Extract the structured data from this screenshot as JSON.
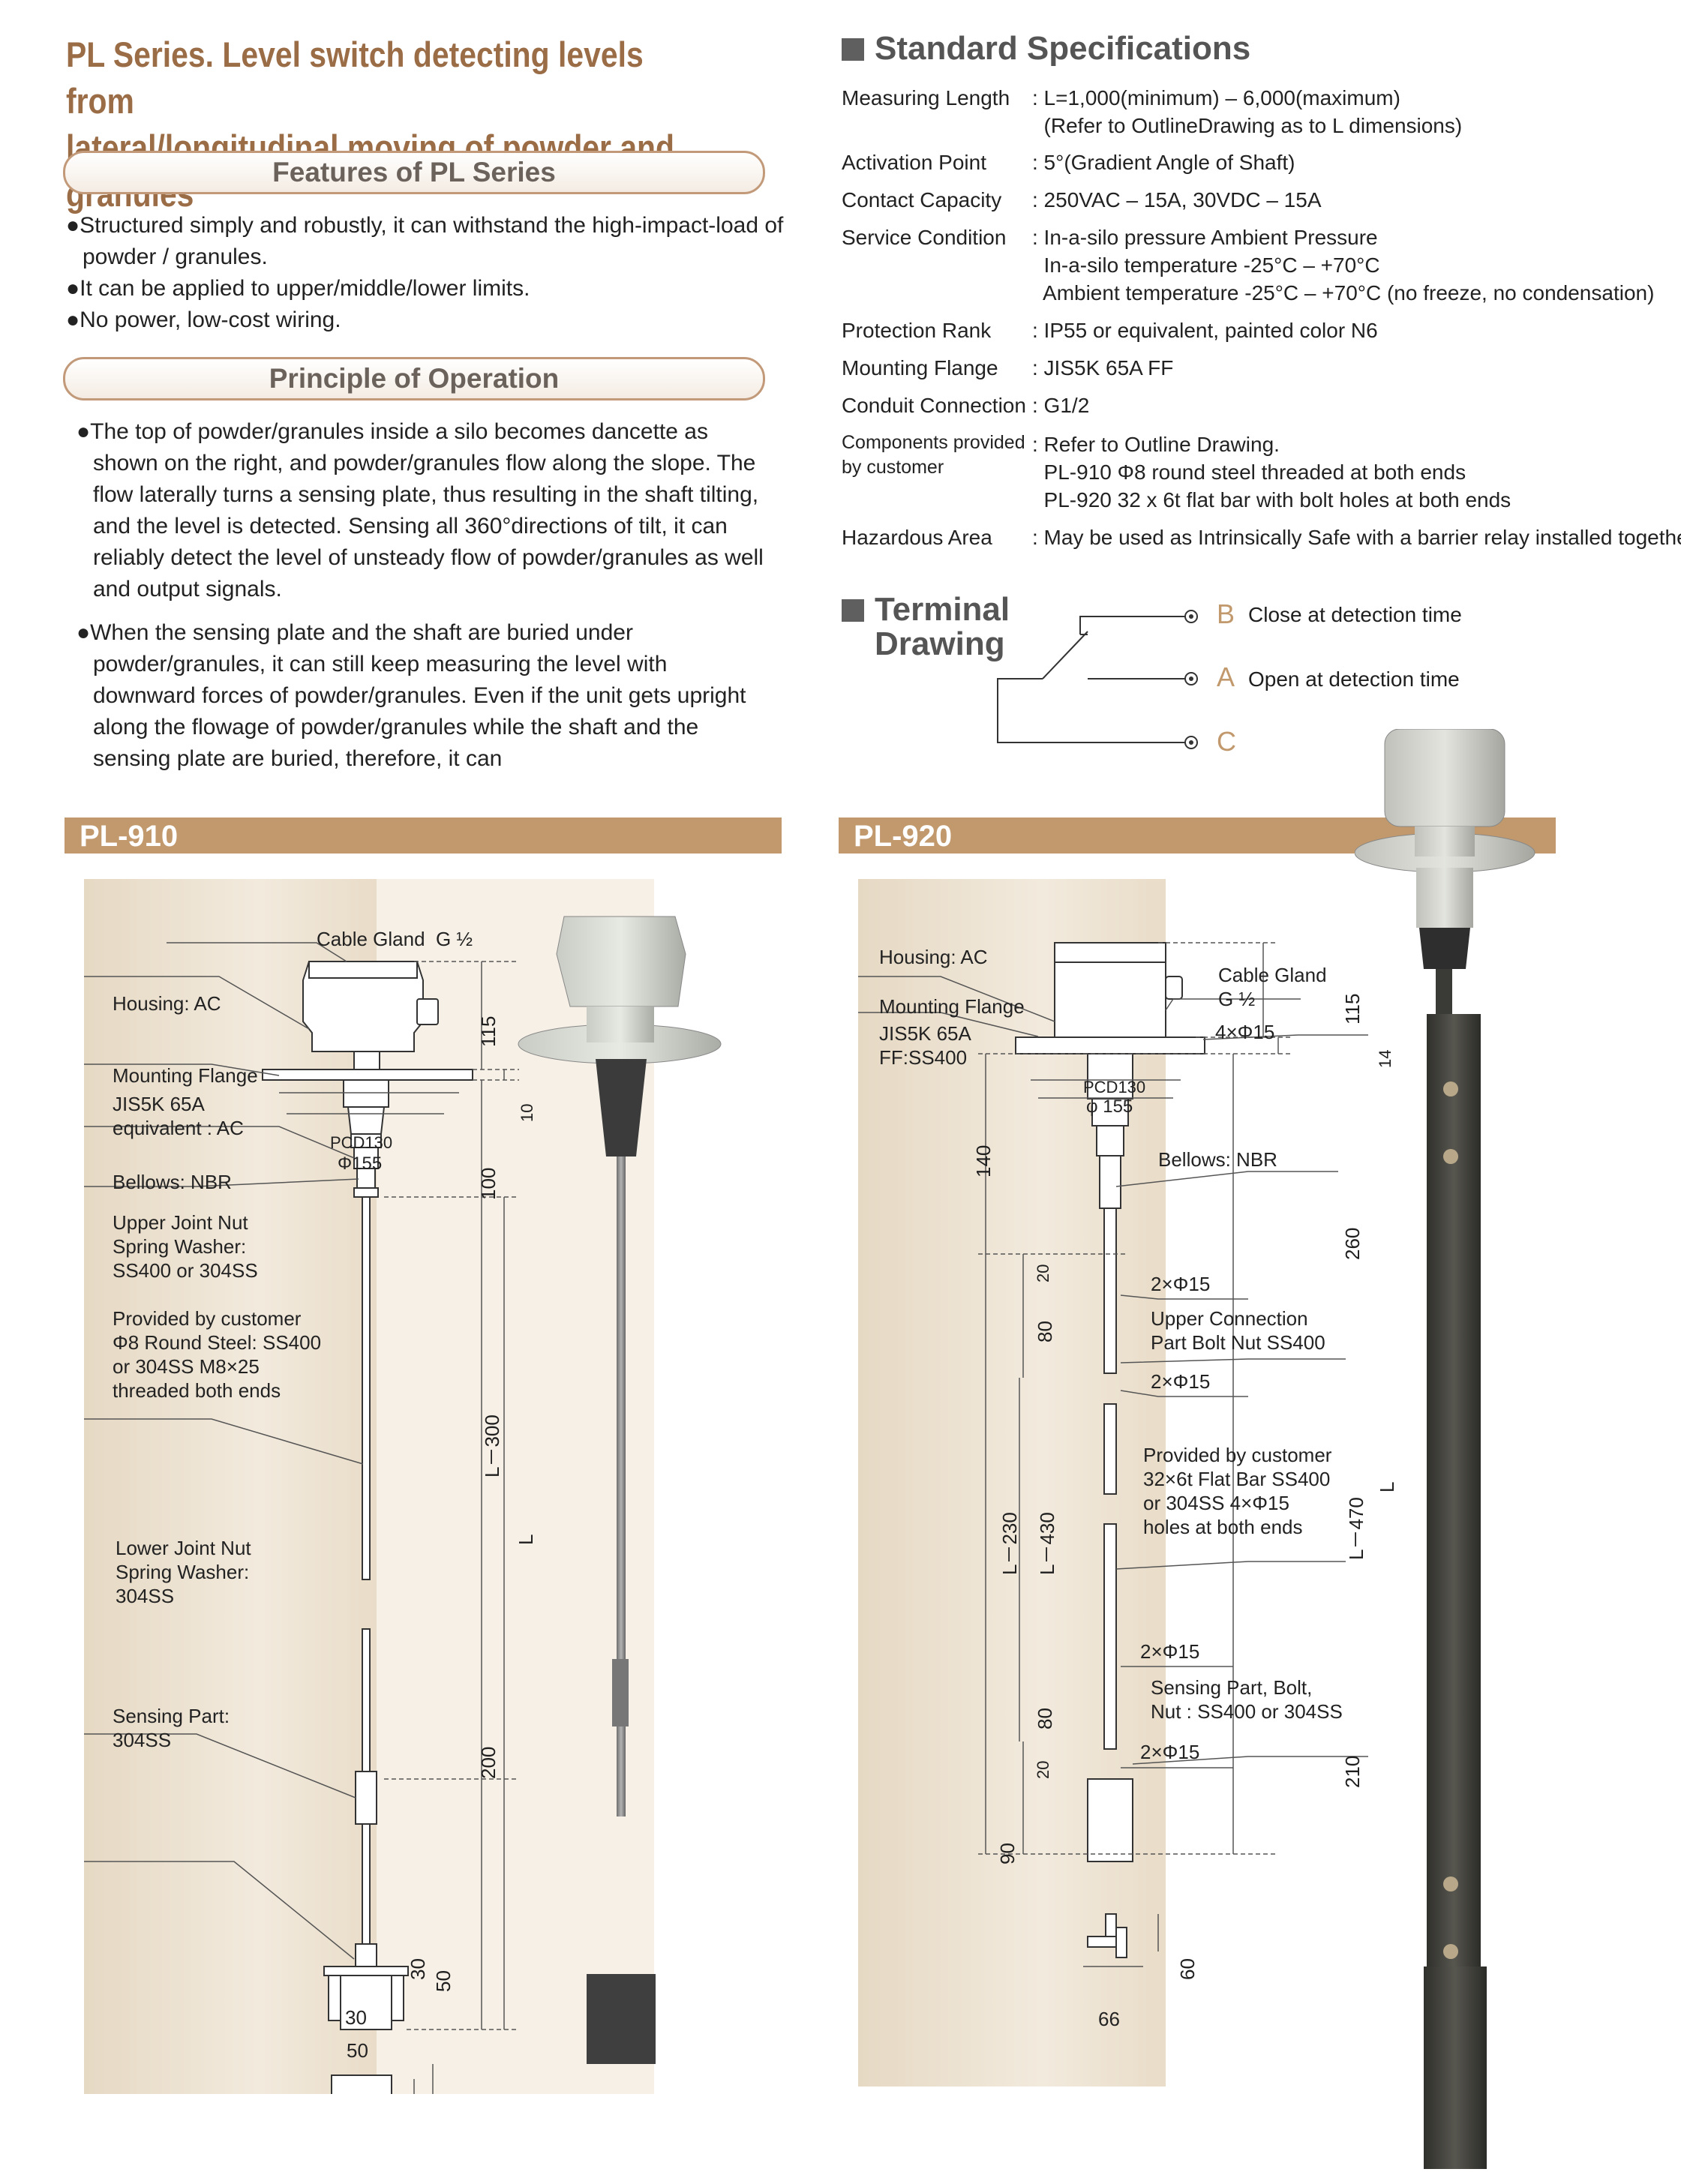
{
  "title": {
    "line1": "PL Series. Level switch detecting levels from",
    "line2": "lateral/longitudinal moving of powder and granules"
  },
  "features": {
    "heading": "Features of PL Series",
    "items": [
      "●Structured simply and robustly, it can withstand the high-impact-load of powder / granules.",
      "●It can be applied to upper/middle/lower limits.",
      "●No power, low-cost wiring."
    ]
  },
  "principle": {
    "heading": "Principle of Operation",
    "para1": "●The top of powder/granules inside a silo becomes dancette as shown on the right, and powder/granules flow along the slope. The flow laterally turns a sensing plate, thus resulting in the shaft tilting, and the level is detected. Sensing all 360°directions of tilt, it can reliably detect the level of unsteady flow of powder/granules as well and output signals.",
    "para2": "●When the sensing plate and the shaft are buried under powder/granules, it can still keep measuring the level with downward forces of powder/granules. Even if the unit gets upright along the flowage of powder/granules while the shaft and the sensing plate are buried, therefore, it can"
  },
  "specs": {
    "heading": "Standard Specifications",
    "rows": [
      {
        "label": "Measuring Length",
        "value": ": L=1,000(minimum) – 6,000(maximum)\n  (Refer to OutlineDrawing as to L dimensions)"
      },
      {
        "label": "Activation Point",
        "value": ": 5°(Gradient Angle of Shaft)"
      },
      {
        "label": "Contact Capacity",
        "value": ": 250VAC – 15A, 30VDC – 15A"
      },
      {
        "label": "Service Condition",
        "value": ": In-a-silo pressure Ambient Pressure\n  In-a-silo temperature -25°C – +70°C\n  Ambient temperature -25°C – +70°C (no freeze, no condensation)"
      },
      {
        "label": "Protection Rank",
        "value": ": IP55 or equivalent, painted color N6"
      },
      {
        "label": "Mounting Flange",
        "value": ": JIS5K 65A FF"
      },
      {
        "label": "Conduit Connection",
        "value": ": G1/2"
      },
      {
        "label": "Components provided\nby customer",
        "value": ": Refer to Outline Drawing.\n  PL-910 Φ8 round steel threaded at both ends\n  PL-920 32 x 6t flat bar with bolt holes at both ends"
      },
      {
        "label": "Hazardous Area",
        "value": ": May be used as Intrinsically Safe with a barrier relay installed together."
      }
    ]
  },
  "terminal": {
    "heading1": "Terminal",
    "heading2": "Drawing",
    "b_letter": "B",
    "b_text": "Close at detection time",
    "a_letter": "A",
    "a_text": "Open at detection time",
    "c_letter": "C"
  },
  "pl910": {
    "band": "PL-910",
    "cable_gland": "Cable Gland  G ½",
    "housing": "Housing: AC",
    "mounting_flange": "Mounting Flange",
    "flange_spec": "JIS5K 65A\nequivalent : AC",
    "pcd": "PCD130",
    "phi": "Φ155",
    "bellows": "Bellows: NBR",
    "upper_joint": "Upper Joint Nut\nSpring Washer:\nSS400 or 304SS",
    "customer": "Provided by customer\nΦ8 Round Steel: SS400\nor 304SS M8×25\nthreaded both ends",
    "lower_joint": "Lower Joint Nut\nSpring Washer:\n304SS",
    "sensing": "Sensing Part:\n304SS",
    "d115": "115",
    "d10": "10",
    "d100": "100",
    "dL300": "L－300",
    "dL": "L",
    "d200": "200",
    "d30a": "30",
    "d50a": "50",
    "d30b": "30",
    "d50b": "50"
  },
  "pl920": {
    "band": "PL-920",
    "housing": "Housing: AC",
    "mounting_flange": "Mounting Flange",
    "flange_spec": "JIS5K 65A\nFF:SS400",
    "cable_gland": "Cable Gland\nG ½",
    "holes4": "4×Φ15",
    "pcd": "PCD130",
    "phi": "φ 155",
    "bellows": "Bellows: NBR",
    "h2a": "2×Φ15",
    "upper_conn": "Upper Connection\nPart Bolt Nut SS400",
    "h2b": "2×Φ15",
    "customer": "Provided by customer\n32×6t Flat Bar SS400\nor 304SS 4×Φ15\nholes at both ends",
    "h2c": "2×Φ15",
    "sensing": "Sensing Part, Bolt,\nNut : SS400 or 304SS",
    "h2d": "2×Φ15",
    "d115": "115",
    "d14": "14",
    "d140": "140",
    "d260": "260",
    "d20a": "20",
    "d80a": "80",
    "dL": "L",
    "dL230": "L－230",
    "dL430": "L－430",
    "dL470": "L－470",
    "d80b": "80",
    "d20b": "20",
    "d210": "210",
    "d90": "90",
    "d60": "60",
    "d66": "66"
  }
}
